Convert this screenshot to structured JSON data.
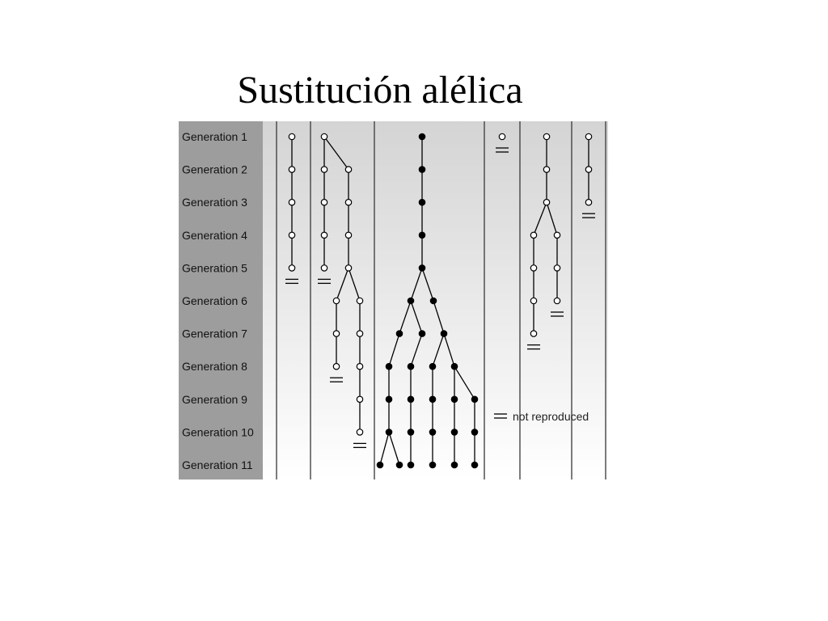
{
  "title": "Sustitución alélica",
  "generations": [
    "Generation 1",
    "Generation 2",
    "Generation 3",
    "Generation 4",
    "Generation 5",
    "Generation 6",
    "Generation 7",
    "Generation 8",
    "Generation 9",
    "Generation 10",
    "Generation 11"
  ],
  "legend": {
    "label": "not reproduced"
  },
  "colors": {
    "label_panel": "#9d9d9d",
    "background_gradient_top": "#d4d4d4",
    "background_gradient_bottom": "#ffffff",
    "allele_original": "#ffffff",
    "allele_new": "#000000",
    "line": "#000000"
  },
  "lineages": [
    {
      "id": "lineage-1",
      "allele": "original",
      "nodes": [
        {
          "id": "a1",
          "gen": 1
        },
        {
          "id": "a2",
          "gen": 2,
          "parent": "a1"
        },
        {
          "id": "a3",
          "gen": 3,
          "parent": "a2"
        },
        {
          "id": "a4",
          "gen": 4,
          "parent": "a3"
        },
        {
          "id": "a5",
          "gen": 5,
          "parent": "a4",
          "not_reproduced": true
        }
      ]
    },
    {
      "id": "lineage-2",
      "allele": "original",
      "nodes": [
        {
          "id": "b1",
          "gen": 1
        },
        {
          "id": "b2",
          "gen": 2,
          "parent": "b1"
        },
        {
          "id": "c2",
          "gen": 2,
          "parent": "b1"
        },
        {
          "id": "b3",
          "gen": 3,
          "parent": "b2"
        },
        {
          "id": "c3",
          "gen": 3,
          "parent": "c2"
        },
        {
          "id": "b4",
          "gen": 4,
          "parent": "b3"
        },
        {
          "id": "c4",
          "gen": 4,
          "parent": "c3"
        },
        {
          "id": "b5",
          "gen": 5,
          "parent": "b4",
          "not_reproduced": true
        },
        {
          "id": "c5",
          "gen": 5,
          "parent": "c4"
        },
        {
          "id": "d6",
          "gen": 6,
          "parent": "c5"
        },
        {
          "id": "e6",
          "gen": 6,
          "parent": "c5"
        },
        {
          "id": "d7",
          "gen": 7,
          "parent": "d6"
        },
        {
          "id": "e7",
          "gen": 7,
          "parent": "e6"
        },
        {
          "id": "d8",
          "gen": 8,
          "parent": "d7",
          "not_reproduced": true
        },
        {
          "id": "e8",
          "gen": 8,
          "parent": "e7"
        },
        {
          "id": "e9",
          "gen": 9,
          "parent": "e8"
        },
        {
          "id": "e10",
          "gen": 10,
          "parent": "e9",
          "not_reproduced": true
        }
      ]
    },
    {
      "id": "lineage-3",
      "allele": "new",
      "nodes": [
        {
          "id": "f1",
          "gen": 1
        },
        {
          "id": "f2",
          "gen": 2,
          "parent": "f1"
        },
        {
          "id": "f3",
          "gen": 3,
          "parent": "f2"
        },
        {
          "id": "f4",
          "gen": 4,
          "parent": "f3"
        },
        {
          "id": "f5",
          "gen": 5,
          "parent": "f4"
        },
        {
          "id": "g6",
          "gen": 6,
          "parent": "f5"
        },
        {
          "id": "h6",
          "gen": 6,
          "parent": "f5"
        },
        {
          "id": "g7",
          "gen": 7,
          "parent": "g6"
        },
        {
          "id": "i7",
          "gen": 7,
          "parent": "g6"
        },
        {
          "id": "h7",
          "gen": 7,
          "parent": "h6"
        },
        {
          "id": "g8",
          "gen": 8,
          "parent": "g7"
        },
        {
          "id": "i8",
          "gen": 8,
          "parent": "i7"
        },
        {
          "id": "j8",
          "gen": 8,
          "parent": "h7"
        },
        {
          "id": "k8",
          "gen": 8,
          "parent": "h7"
        },
        {
          "id": "g9",
          "gen": 9,
          "parent": "g8"
        },
        {
          "id": "i9",
          "gen": 9,
          "parent": "i8"
        },
        {
          "id": "j9",
          "gen": 9,
          "parent": "j8"
        },
        {
          "id": "k9",
          "gen": 9,
          "parent": "k8"
        },
        {
          "id": "l9",
          "gen": 9,
          "parent": "k8"
        },
        {
          "id": "g10",
          "gen": 10,
          "parent": "g9"
        },
        {
          "id": "i10",
          "gen": 10,
          "parent": "i9"
        },
        {
          "id": "j10",
          "gen": 10,
          "parent": "j9"
        },
        {
          "id": "k10",
          "gen": 10,
          "parent": "k9"
        },
        {
          "id": "l10",
          "gen": 10,
          "parent": "l9"
        },
        {
          "id": "m11",
          "gen": 11,
          "parent": "g10"
        },
        {
          "id": "g11",
          "gen": 11,
          "parent": "g10"
        },
        {
          "id": "i11",
          "gen": 11,
          "parent": "i10"
        },
        {
          "id": "j11",
          "gen": 11,
          "parent": "j10"
        },
        {
          "id": "k11",
          "gen": 11,
          "parent": "k10"
        },
        {
          "id": "l11",
          "gen": 11,
          "parent": "l10"
        }
      ]
    },
    {
      "id": "lineage-4",
      "allele": "original",
      "nodes": [
        {
          "id": "n1",
          "gen": 1,
          "not_reproduced": true
        }
      ]
    },
    {
      "id": "lineage-5",
      "allele": "original",
      "nodes": [
        {
          "id": "o1",
          "gen": 1
        },
        {
          "id": "o2",
          "gen": 2,
          "parent": "o1"
        },
        {
          "id": "o3",
          "gen": 3,
          "parent": "o2"
        },
        {
          "id": "o4",
          "gen": 4,
          "parent": "o3"
        },
        {
          "id": "p4",
          "gen": 4,
          "parent": "o3"
        },
        {
          "id": "o5",
          "gen": 5,
          "parent": "o4"
        },
        {
          "id": "p5",
          "gen": 5,
          "parent": "p4"
        },
        {
          "id": "o6",
          "gen": 6,
          "parent": "o5"
        },
        {
          "id": "p6",
          "gen": 6,
          "parent": "p5",
          "not_reproduced": true
        },
        {
          "id": "o7",
          "gen": 7,
          "parent": "o6",
          "not_reproduced": true
        }
      ]
    },
    {
      "id": "lineage-6",
      "allele": "original",
      "nodes": [
        {
          "id": "q1",
          "gen": 1
        },
        {
          "id": "q2",
          "gen": 2,
          "parent": "q1"
        },
        {
          "id": "q3",
          "gen": 3,
          "parent": "q2",
          "not_reproduced": true
        }
      ]
    }
  ]
}
